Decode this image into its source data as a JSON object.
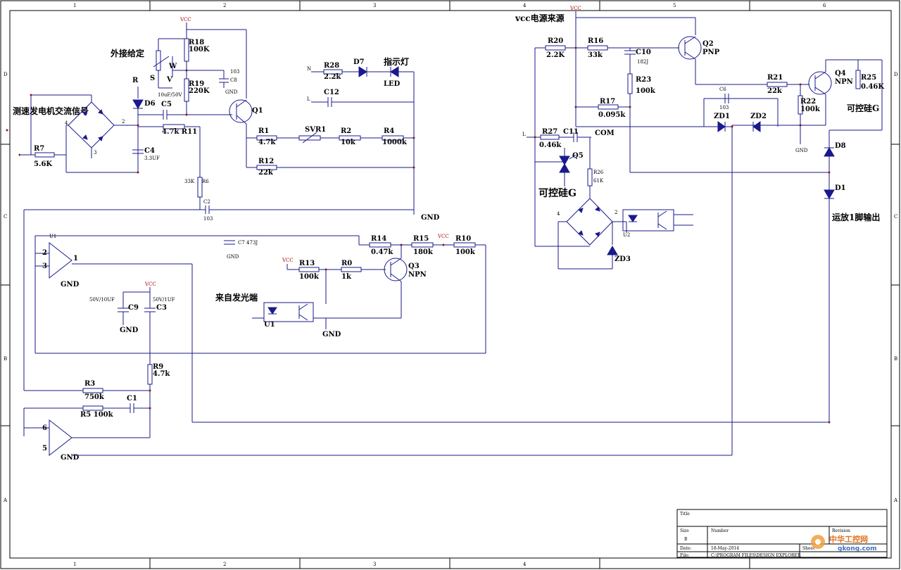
{
  "zones": {
    "top": [
      "1",
      "2",
      "3",
      "4",
      "5",
      "6"
    ],
    "rows": [
      "D",
      "C",
      "B",
      "A"
    ]
  },
  "labels_cn": {
    "external_setpoint": "外接给定",
    "tacho_ac_signal": "测速发电机交流信号",
    "indicator": "指示灯",
    "vcc_source": "vcc电源来源",
    "scr_gate_right": "可控硅G",
    "scr_gate_left": "可控硅G",
    "from_emitter": "来自发光端",
    "opamp_pin1_out": "运放1脚输出"
  },
  "components": {
    "R18": {
      "ref": "R18",
      "val": "100K"
    },
    "R19": {
      "ref": "R19",
      "val": "220K"
    },
    "R28": {
      "ref": "R28",
      "val": "2.2k"
    },
    "D7": {
      "ref": "D7"
    },
    "LED": {
      "ref": "LED"
    },
    "C12": {
      "ref": "C12"
    },
    "D6": {
      "ref": "D6"
    },
    "C5": {
      "ref": "C5",
      "val": "10uF/50V"
    },
    "R11": {
      "ref": "4.7k R11"
    },
    "C4": {
      "ref": "C4",
      "val": "3.3UF"
    },
    "R7": {
      "ref": "R7",
      "val": "5.6K"
    },
    "R6": {
      "ref": "R6",
      "val": "33K"
    },
    "C2": {
      "ref": "C2",
      "val": "103"
    },
    "C8": {
      "ref": "C8",
      "val": "103"
    },
    "Q1": {
      "ref": "Q1"
    },
    "R1": {
      "ref": "R1",
      "val": "4.7k"
    },
    "SVR1": {
      "ref": "SVR1"
    },
    "R2": {
      "ref": "R2",
      "val": "10k"
    },
    "R4": {
      "ref": "R4",
      "val": "1000k"
    },
    "R12": {
      "ref": "R12",
      "val": "22k"
    },
    "U1": {
      "ref": "U1"
    },
    "C7": {
      "ref": "C7 473J"
    },
    "R14": {
      "ref": "R14",
      "val": "0.47k"
    },
    "R15": {
      "ref": "R15",
      "val": "180k"
    },
    "R10": {
      "ref": "R10",
      "val": "100k"
    },
    "R13": {
      "ref": "R13",
      "val": "100k"
    },
    "R0": {
      "ref": "R0",
      "val": "1k"
    },
    "Q3": {
      "ref": "Q3",
      "type": "NPN"
    },
    "C9": {
      "ref": "C9",
      "val": "50V/10UF"
    },
    "C3": {
      "ref": "C3",
      "val": "50V/1UF"
    },
    "R9": {
      "ref": "R9",
      "val": "4.7k"
    },
    "R3": {
      "ref": "R3",
      "val": "750k"
    },
    "R5": {
      "ref": "R5 100k"
    },
    "C1": {
      "ref": "C1"
    },
    "R20": {
      "ref": "R20",
      "val": "2.2K"
    },
    "R16": {
      "ref": "R16",
      "val": "33k"
    },
    "C10": {
      "ref": "C10",
      "val": "182J"
    },
    "Q2": {
      "ref": "Q2",
      "type": "PNP"
    },
    "R23": {
      "ref": "R23",
      "val": "100k"
    },
    "R17": {
      "ref": "R17",
      "val": "0.095k"
    },
    "R21": {
      "ref": "R21",
      "val": "22k"
    },
    "Q4": {
      "ref": "Q4",
      "type": "NPN"
    },
    "R25": {
      "ref": "R25",
      "val": "0.46K"
    },
    "R22": {
      "ref": "R22",
      "val": "100k"
    },
    "ZD1": {
      "ref": "ZD1"
    },
    "ZD2": {
      "ref": "ZD2"
    },
    "C6": {
      "ref": "C6",
      "val": "103"
    },
    "R27": {
      "ref": "R27",
      "val": "0.46k"
    },
    "C11": {
      "ref": "C11"
    },
    "Q5": {
      "ref": "Q5"
    },
    "R26": {
      "ref": "R26",
      "val": "61K"
    },
    "U2": {
      "ref": "U2"
    },
    "ZD3": {
      "ref": "ZD3"
    },
    "D8": {
      "ref": "D8"
    },
    "D1": {
      "ref": "D1"
    }
  },
  "nets": {
    "gnd": "GND",
    "vcc": "VCC",
    "com": "COM",
    "l": "L",
    "n": "N",
    "r": "R",
    "s": "S",
    "w": "W",
    "v": "V"
  },
  "opamps": {
    "u1a": {
      "ref": "U1",
      "pin_plus": "2",
      "pin_minus": "3",
      "pin_out": "1"
    },
    "u1b": {
      "pin_plus": "6",
      "pin_minus": "5"
    }
  },
  "title_block": {
    "title_label": "Title",
    "size_label": "Size",
    "size_value": "B",
    "number_label": "Number",
    "revision_label": "Revision",
    "date_label": "Date:",
    "date_value": "18-May-2014",
    "file_label": "File:",
    "file_value": "C:\\PROGRAM FILES\\DESIGN EXPLORER",
    "sheet_label": "Sheet"
  },
  "watermark": {
    "text": "中华工控网",
    "url": "gkong.com"
  }
}
